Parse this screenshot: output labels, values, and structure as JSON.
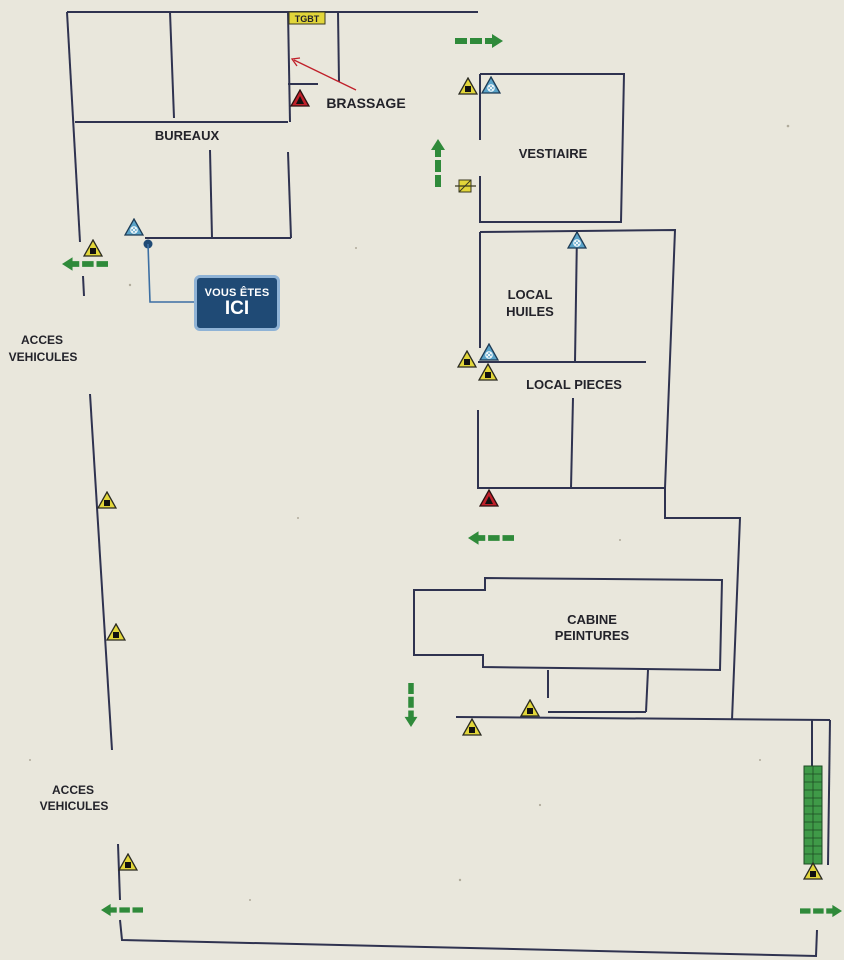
{
  "colors": {
    "background": "#e9e7dc",
    "walls": "#2f3350",
    "exit_arrow": "#2f8a3a",
    "extinguisher": "#c0202a",
    "alarm_triangle": "#e2d63a",
    "detector": "#5aa3c8",
    "you_are_here_bg": "#1f4a75",
    "tgbt_box": "#e2d63a"
  },
  "labels": {
    "tgbt": "TGBT",
    "brassage": "BRASSAGE",
    "bureaux": "BUREAUX",
    "vestiaire": "VESTIAIRE",
    "local_huiles_1": "LOCAL",
    "local_huiles_2": "HUILES",
    "local_pieces": "LOCAL PIECES",
    "cabine_1": "CABINE",
    "cabine_2": "PEINTURES",
    "acces_top_1": "ACCES",
    "acces_top_2": "VEHICULES",
    "acces_bottom_1": "ACCES",
    "acces_bottom_2": "VEHICULES"
  },
  "you_are_here": {
    "line1": "VOUS ÊTES",
    "line2": "ICI"
  },
  "icons": {
    "exit": "exit-arrow-icon",
    "extinguisher": "fire-extinguisher-icon",
    "alarm": "alarm-button-icon",
    "detector": "smoke-detector-icon",
    "shutoff": "shutoff-valve-icon",
    "ramp": "ramp-icon"
  }
}
